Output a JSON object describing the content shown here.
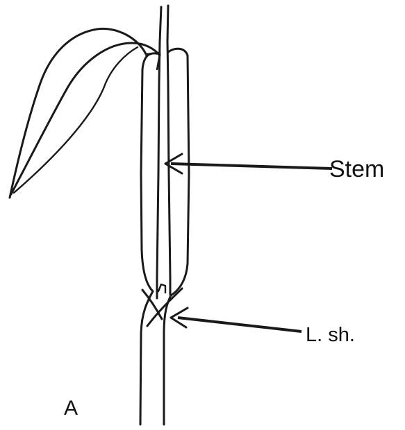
{
  "figure": {
    "panel_label": "A",
    "labels": {
      "stem": "Stem",
      "leaf_sheath": "L. sh."
    }
  }
}
